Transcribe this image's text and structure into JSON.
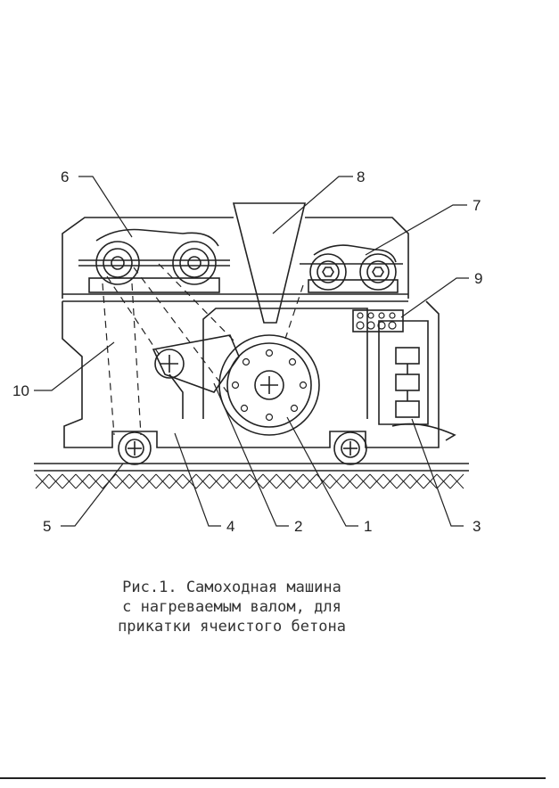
{
  "callouts": {
    "c1": "1",
    "c2": "2",
    "c3": "3",
    "c4": "4",
    "c5": "5",
    "c6": "6",
    "c7": "7",
    "c8": "8",
    "c9": "9",
    "c10": "10"
  },
  "caption": {
    "line1": "Рис.1. Самоходная машина",
    "line2": "с нагреваемым валом, для",
    "line3": "прикатки ячеистого бетона"
  },
  "colors": {
    "ink": "#222222",
    "paper": "#ffffff"
  },
  "icons": {
    "bolt": "hex-nut-icon",
    "wheel": "wheel-icon",
    "roller": "heated-roller-icon"
  }
}
